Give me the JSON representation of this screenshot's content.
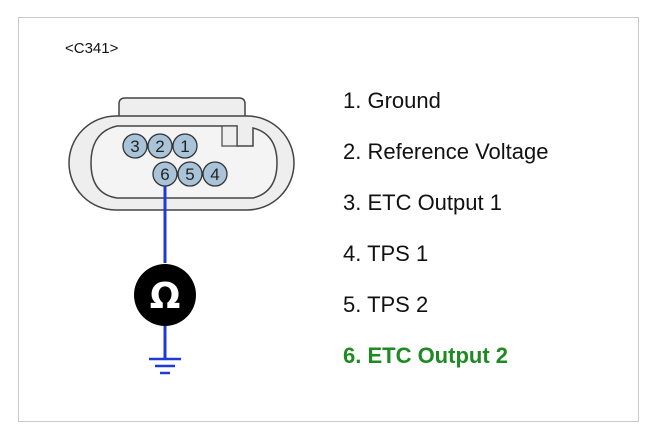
{
  "connector": {
    "id": "<C341>",
    "pins_top_row": [
      "3",
      "2",
      "1"
    ],
    "pins_bottom_row": [
      "6",
      "5",
      "4"
    ]
  },
  "meter": {
    "symbol": "Ω"
  },
  "pins": [
    {
      "label": "1. Ground",
      "highlight": false
    },
    {
      "label": "2. Reference Voltage",
      "highlight": false
    },
    {
      "label": "3. ETC Output 1",
      "highlight": false
    },
    {
      "label": "4. TPS 1",
      "highlight": false
    },
    {
      "label": "5. TPS 2",
      "highlight": false
    },
    {
      "label": "6. ETC Output 2",
      "highlight": true
    }
  ],
  "colors": {
    "wire": "#1f3bd6",
    "highlight_text": "#1e8a22",
    "connector_fill": "#eeeeee",
    "pin_fill": "#a9c4d9",
    "meter_fill": "#000000"
  }
}
